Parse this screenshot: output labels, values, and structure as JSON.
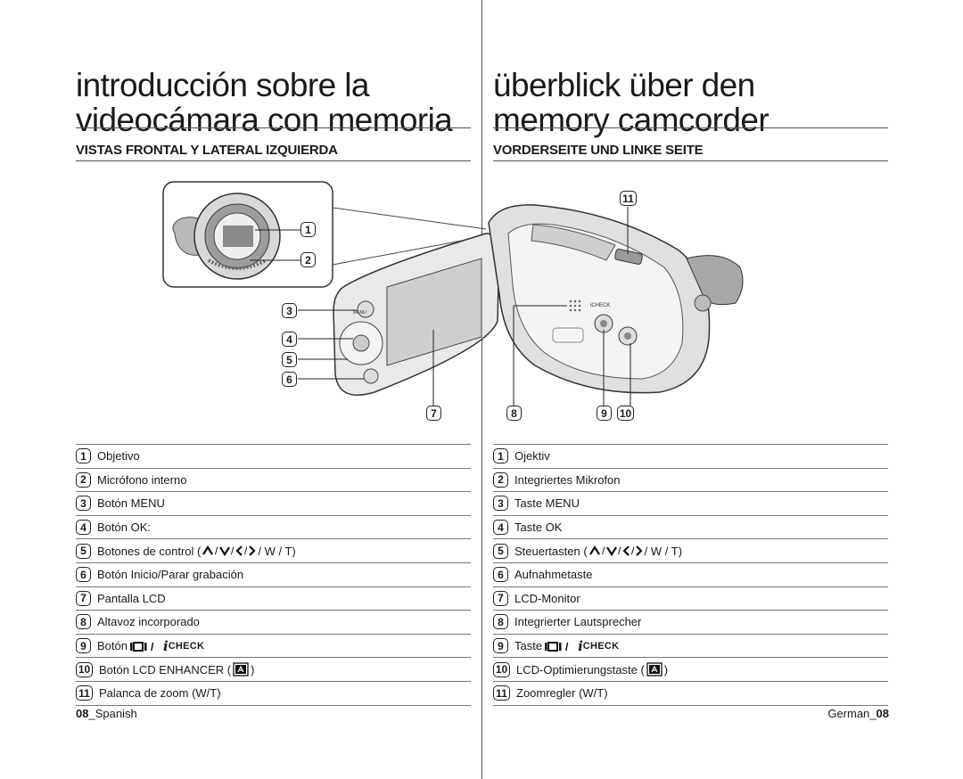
{
  "left": {
    "title_line1": "introducción sobre la",
    "title_line2": "videocámara con memoria",
    "subheading": "VISTAS FRONTAL Y LATERAL IZQUIERDA",
    "items": [
      {
        "num": "1",
        "text": "Objetivo"
      },
      {
        "num": "2",
        "text": "Micrófono interno"
      },
      {
        "num": "3",
        "text": "Botón MENU"
      },
      {
        "num": "4",
        "text": "Botón OK:"
      },
      {
        "num": "5",
        "text": "Botones de control (",
        "suffix": "/ W / T)"
      },
      {
        "num": "6",
        "text": "Botón Inicio/Parar grabación"
      },
      {
        "num": "7",
        "text": "Pantalla LCD"
      },
      {
        "num": "8",
        "text": "Altavoz incorporado"
      },
      {
        "num": "9",
        "text": "Botón",
        "suffix": "CHECK"
      },
      {
        "num": "10",
        "text": "Botón LCD ENHANCER (",
        "suffix": ")"
      },
      {
        "num": "11",
        "text": "Palanca de zoom (W/T)"
      }
    ],
    "footer_page": "08",
    "footer_lang": "_Spanish"
  },
  "right": {
    "title_line1": "überblick über den",
    "title_line2": "memory camcorder",
    "subheading": "VORDERSEITE UND LINKE SEITE",
    "items": [
      {
        "num": "1",
        "text": "Ojektiv"
      },
      {
        "num": "2",
        "text": "Integriertes Mikrofon"
      },
      {
        "num": "3",
        "text": "Taste MENU"
      },
      {
        "num": "4",
        "text": "Taste OK"
      },
      {
        "num": "5",
        "text": "Steuertasten (",
        "suffix": "/ W / T)"
      },
      {
        "num": "6",
        "text": "Aufnahmetaste"
      },
      {
        "num": "7",
        "text": "LCD-Monitor"
      },
      {
        "num": "8",
        "text": "Integrierter Lautsprecher"
      },
      {
        "num": "9",
        "text": "Taste",
        "suffix": "CHECK"
      },
      {
        "num": "10",
        "text": "LCD-Optimierungstaste (",
        "suffix": ")"
      },
      {
        "num": "11",
        "text": "Zoomregler (W/T)"
      }
    ],
    "footer_lang": "German_",
    "footer_page": "08"
  },
  "figure": {
    "callouts": [
      "1",
      "2",
      "3",
      "4",
      "5",
      "6",
      "7",
      "8",
      "9",
      "10",
      "11"
    ],
    "lcd_menu_label": "MENU",
    "icheck_label": "iCHECK"
  },
  "icons": {
    "arrows": [
      "up-arrow-icon",
      "down-arrow-icon",
      "left-arrow-icon",
      "right-arrow-icon"
    ],
    "display_button": "display-icon",
    "icheck": "icheck-icon",
    "enhancer": "lcd-enhancer-icon"
  }
}
